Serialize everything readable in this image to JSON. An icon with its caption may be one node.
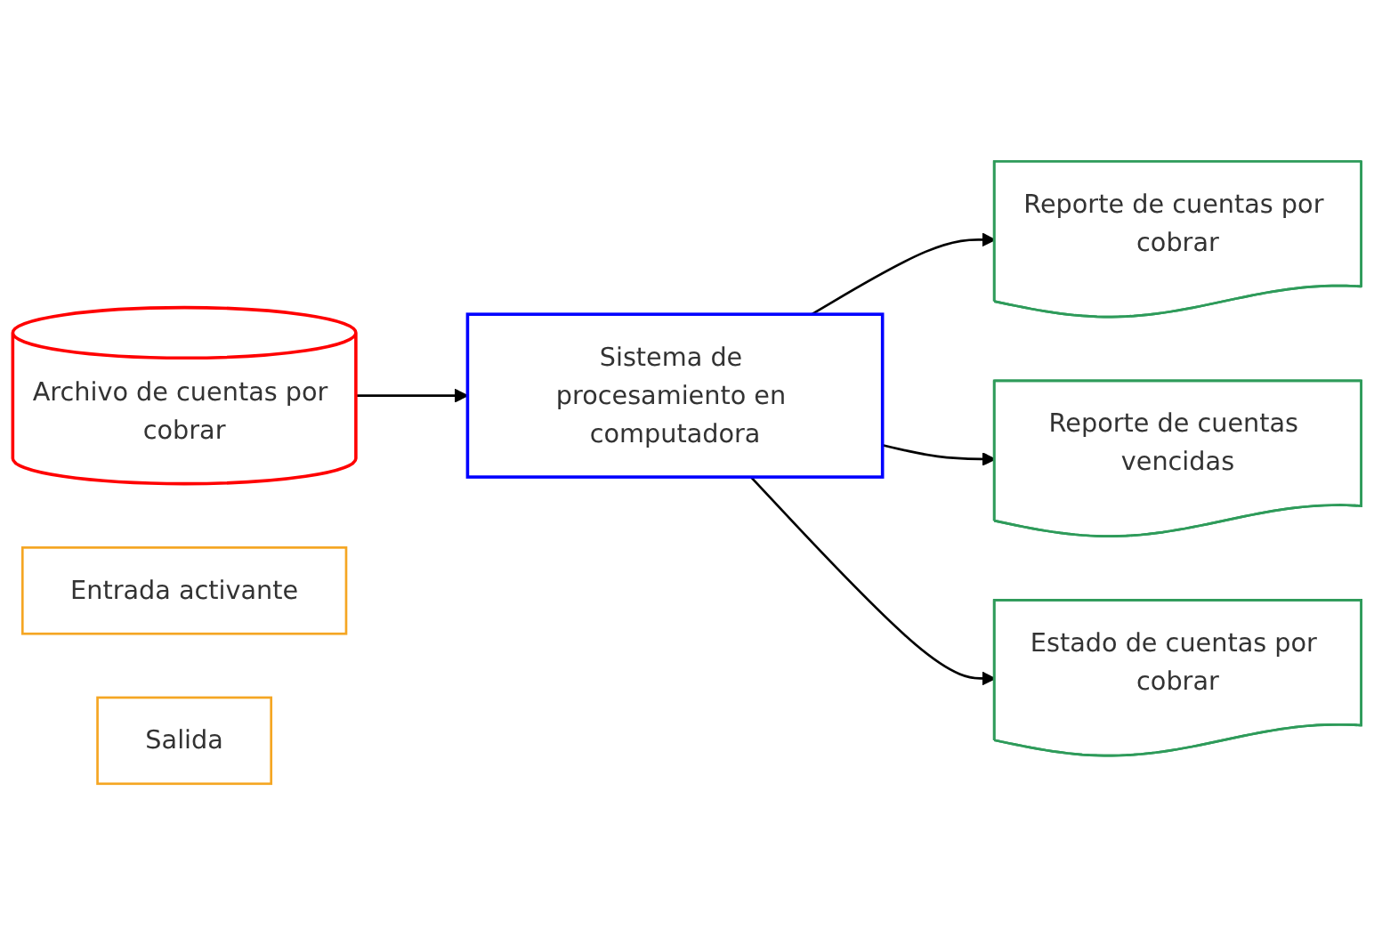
{
  "diagram": {
    "nodes": [
      {
        "text": [
          "Archivo de cuentas por cobrar"
        ]
      },
      {
        "text": [
          "Sistema de procesamiento en computadora"
        ]
      },
      {
        "text": [
          "Reporte de cuentas por cobrar"
        ]
      },
      {
        "text": [
          "Reporte de cuentas vencidas"
        ]
      },
      {
        "text": [
          "Estado de cuentas por cobrar"
        ]
      },
      {
        "text": [
          "Entrada activante"
        ]
      },
      {
        "text": [
          "Salida"
        ]
      }
    ],
    "edges": [
      {
        "from": 0,
        "to": 1,
        "arrow": "to"
      },
      {
        "from": 1,
        "to": 2,
        "arrow": "to"
      },
      {
        "from": 1,
        "to": 3,
        "arrow": "to"
      },
      {
        "from": 1,
        "to": 4,
        "arrow": "to"
      }
    ]
  }
}
